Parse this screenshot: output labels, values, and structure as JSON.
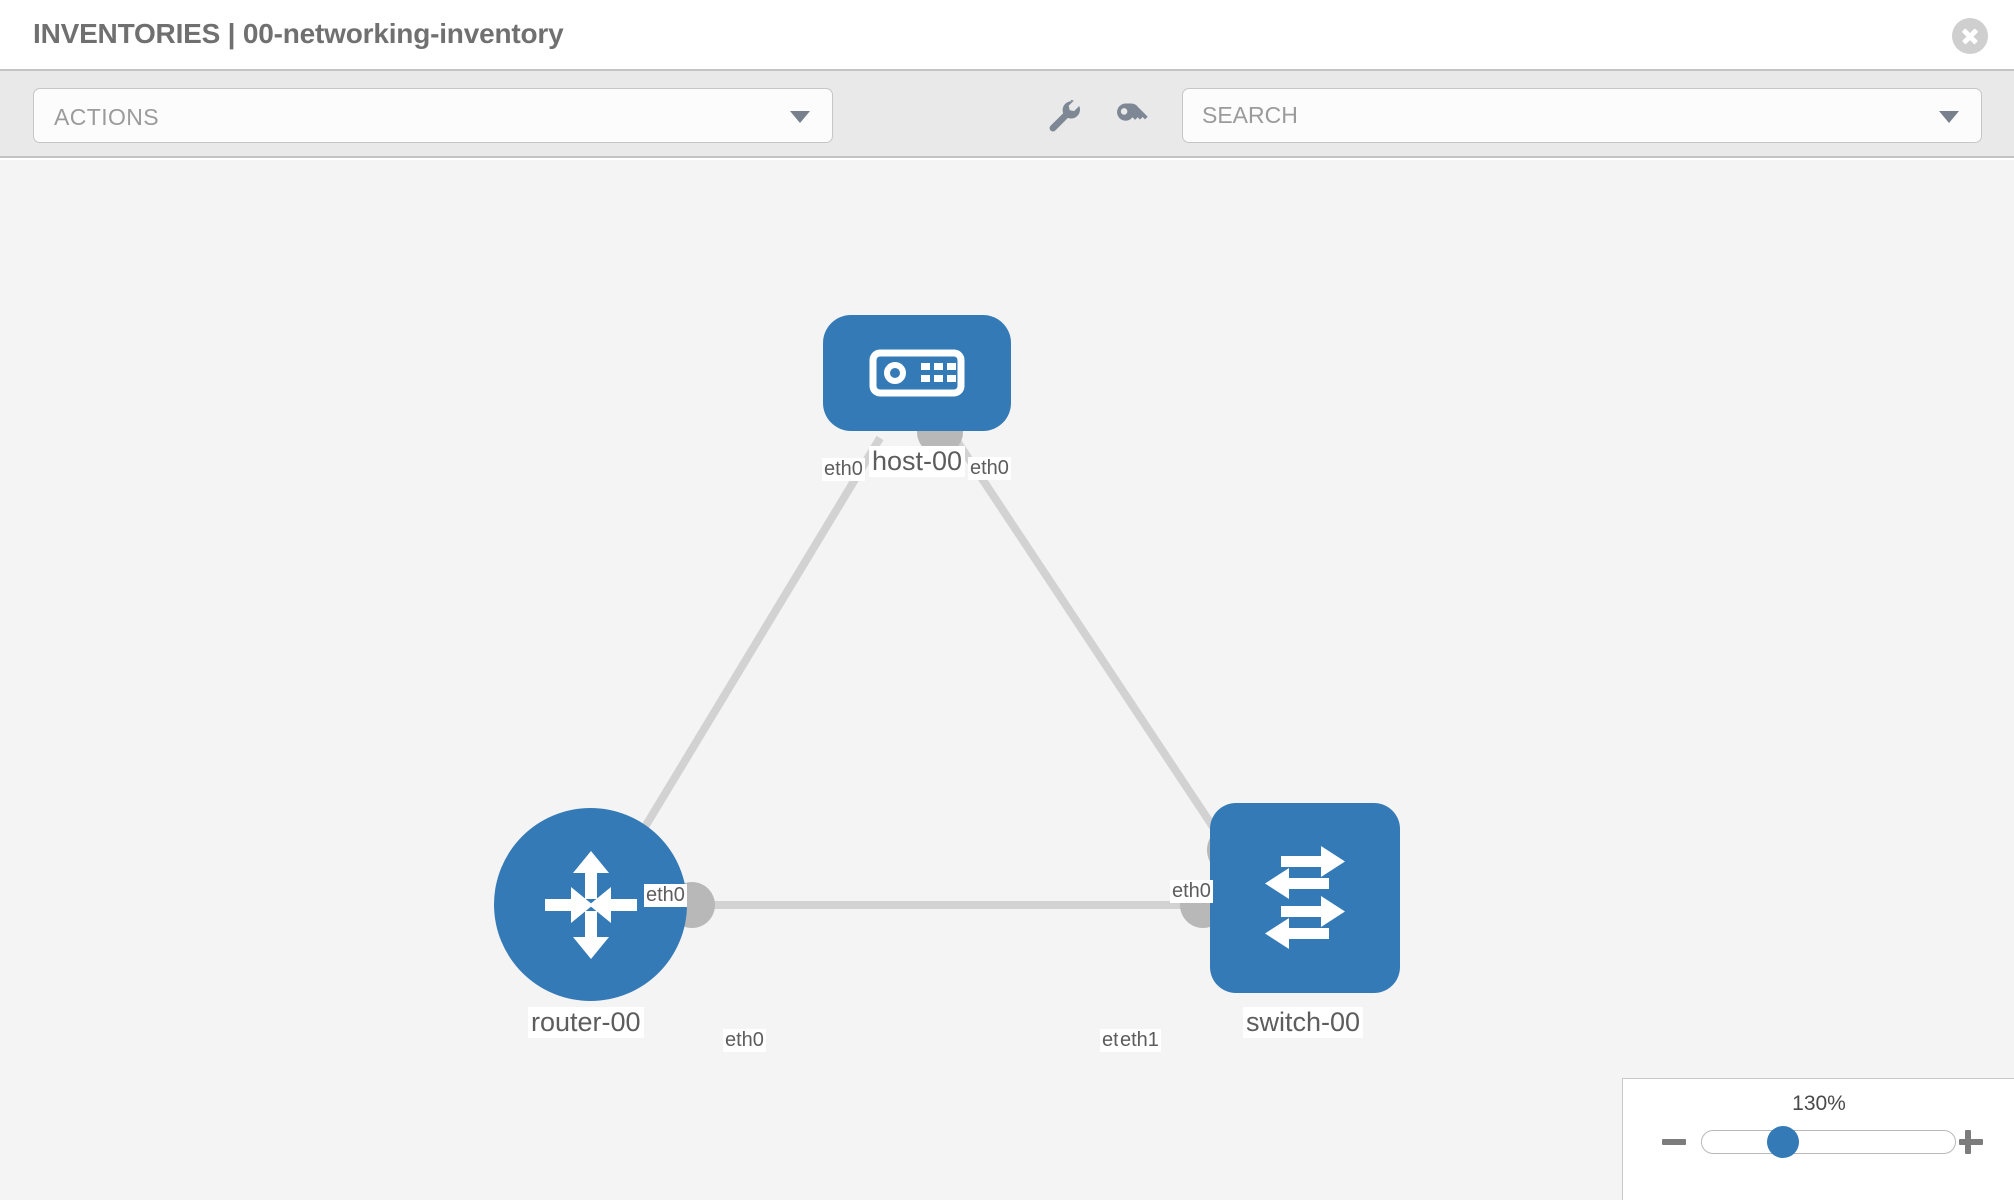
{
  "header": {
    "title": "INVENTORIES | 00-networking-inventory",
    "close_icon": "close-circle-icon"
  },
  "toolbar": {
    "actions_label": "ACTIONS",
    "actions_caret_icon": "chevron-down-icon",
    "wrench_icon": "wrench-icon",
    "key_icon": "key-icon",
    "search_placeholder": "SEARCH",
    "search_value": "",
    "search_caret_icon": "chevron-down-icon"
  },
  "topology": {
    "nodes": [
      {
        "id": "host-00",
        "label": "host-00",
        "type": "host",
        "icon": "server-icon",
        "shape": "rounded-rect",
        "color": "#337ab7"
      },
      {
        "id": "router-00",
        "label": "router-00",
        "type": "router",
        "icon": "router-arrows-icon",
        "shape": "circle",
        "color": "#337ab7"
      },
      {
        "id": "switch-00",
        "label": "switch-00",
        "type": "switch",
        "icon": "switch-arrows-icon",
        "shape": "rounded-square",
        "color": "#337ab7"
      }
    ],
    "links": [
      {
        "from": "host-00",
        "to": "router-00",
        "from_interface": "eth0",
        "to_interface": "eth0"
      },
      {
        "from": "host-00",
        "to": "switch-00",
        "from_interface": "eth0",
        "to_interface": "eth0"
      },
      {
        "from": "router-00",
        "to": "switch-00",
        "from_interface": "eth0",
        "to_interface": "eth1",
        "to_interface_overlap": "eth"
      }
    ],
    "link_color": "#d2d2d2",
    "endpoint_color": "#b8b8b8"
  },
  "zoom_panel": {
    "level": "130%",
    "minus_icon": "minus-icon",
    "plus_icon": "plus-icon",
    "slider_value": 58
  }
}
